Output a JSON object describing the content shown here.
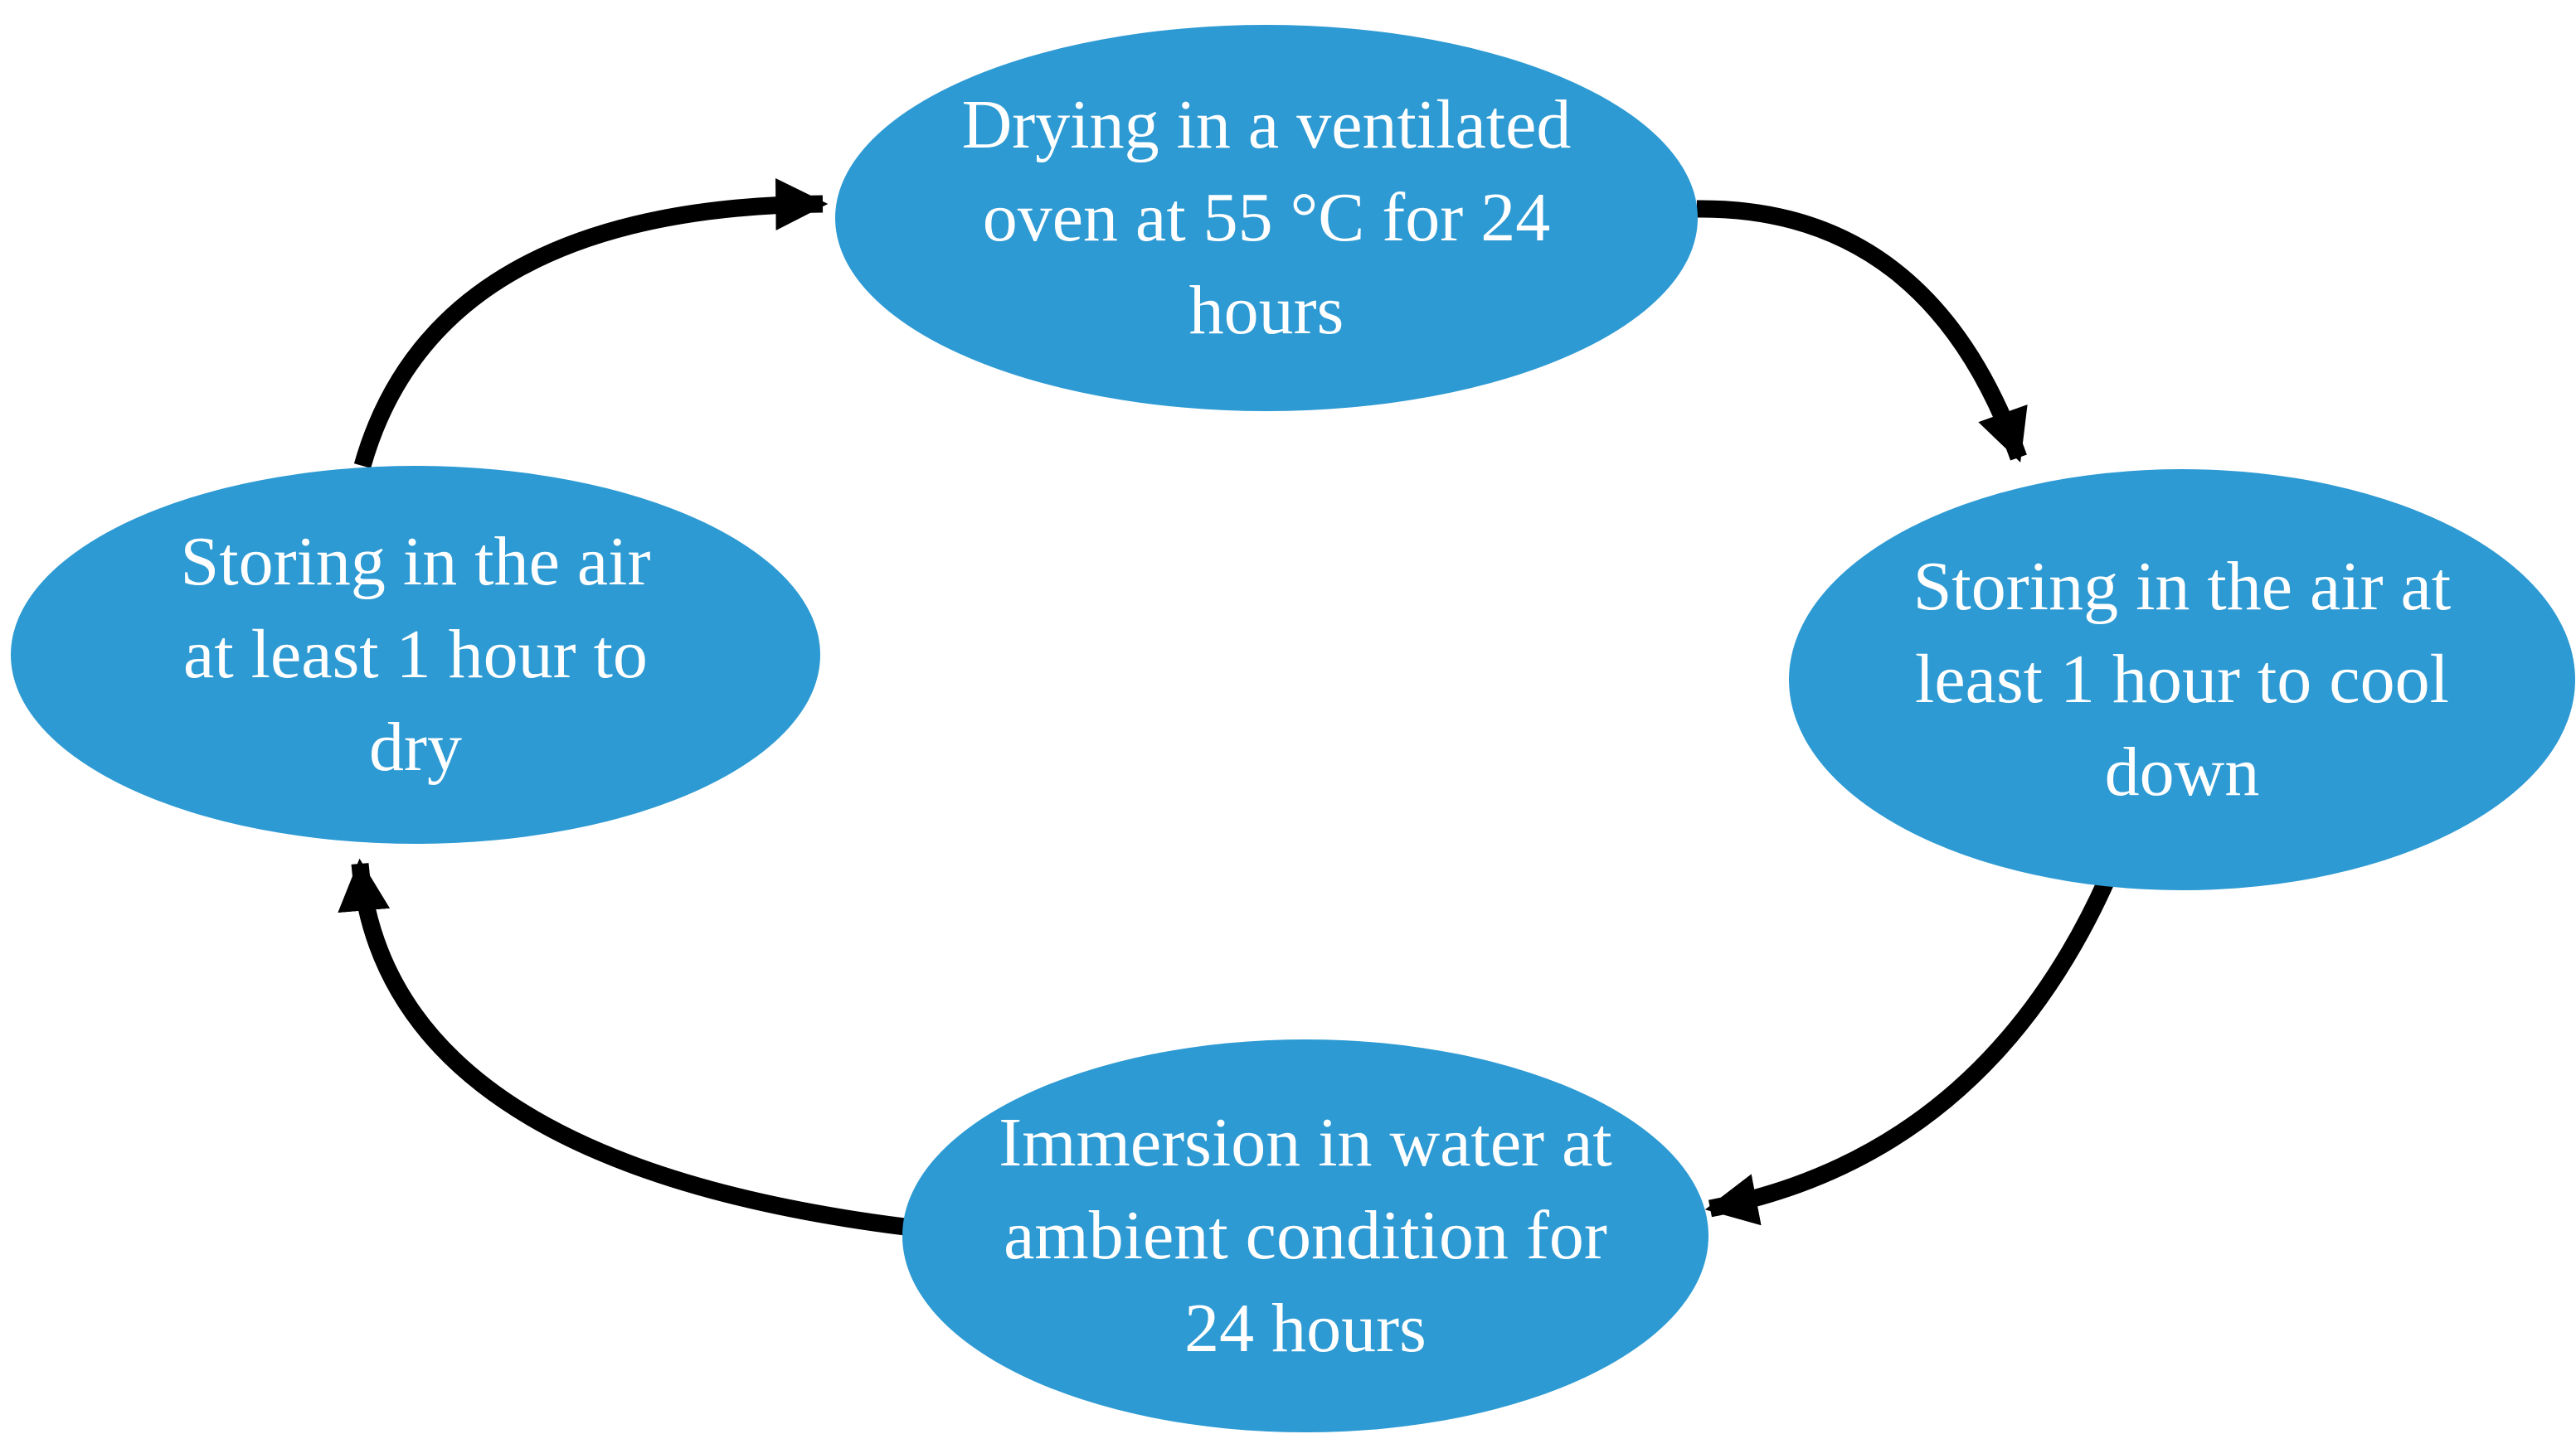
{
  "diagram": {
    "type": "cycle-flowchart",
    "direction": "clockwise",
    "colors": {
      "node_fill": "#2d9ad3",
      "node_text": "#ffffff",
      "arrow_color": "#000000",
      "background": "#ffffff"
    },
    "nodes": [
      {
        "id": "drying-oven",
        "position": "top",
        "label": "Drying in a ventilated\noven at 55 °C for 24\nhours"
      },
      {
        "id": "storing-cool",
        "position": "right",
        "label": "Storing in the air at\nleast 1 hour to cool\ndown"
      },
      {
        "id": "immersion-water",
        "position": "bottom",
        "label": "Immersion in water at\nambient condition for\n24 hours"
      },
      {
        "id": "storing-dry",
        "position": "left",
        "label": "Storing in the air\nat least 1 hour to\ndry"
      }
    ],
    "edges": [
      {
        "from": "storing-dry",
        "to": "drying-oven"
      },
      {
        "from": "drying-oven",
        "to": "storing-cool"
      },
      {
        "from": "storing-cool",
        "to": "immersion-water"
      },
      {
        "from": "immersion-water",
        "to": "storing-dry"
      }
    ]
  }
}
